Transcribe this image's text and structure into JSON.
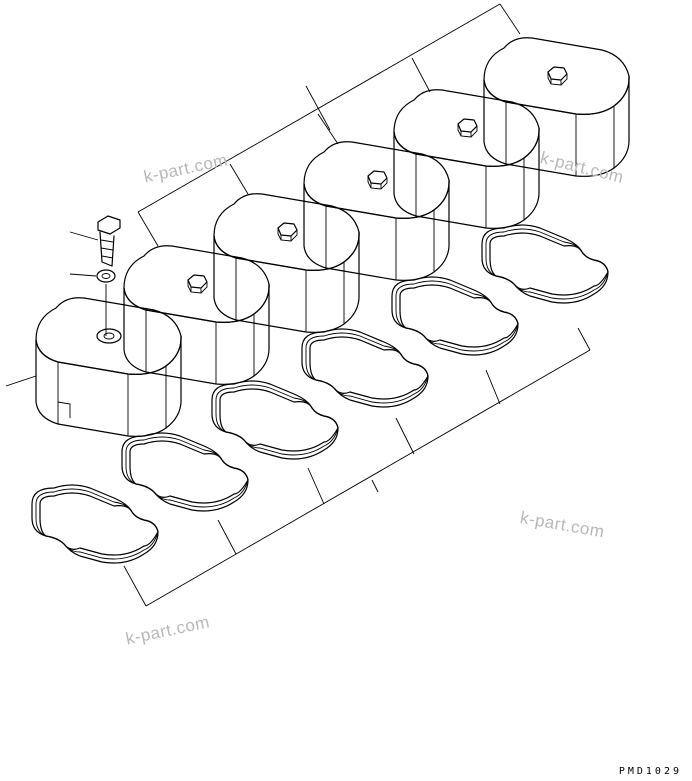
{
  "watermarks": [
    "k-part.com",
    "k-part.com",
    "k-part.com",
    "k-part.com"
  ],
  "drawing_code": "PMD1029",
  "parts": {
    "covers": 6,
    "gaskets": 6
  }
}
